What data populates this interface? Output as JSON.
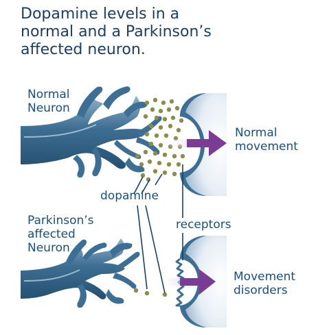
{
  "title_lines": [
    "Dopamine levels in a",
    "normal and a Parkinson’s",
    "affected neuron."
  ],
  "labels": {
    "normal_neuron": [
      "Normal",
      "Neuron"
    ],
    "normal_movement": [
      "Normal",
      "movement"
    ],
    "dopamine": "dopamine",
    "receptors": "receptors",
    "parkinsons_neuron": [
      "Parkinson’s",
      "affected",
      "Neuron"
    ],
    "movement_disorders": [
      "Movement",
      "disorders"
    ]
  },
  "colors": {
    "neuron": "#3d6e93",
    "neuron_light": "#d6e3ee",
    "dopamine": "#8a8d4e",
    "arrow": "#7b3c96",
    "arrow_tail": "#d3b9df",
    "label": "#1b4f78",
    "title": "#1b3e5e"
  }
}
